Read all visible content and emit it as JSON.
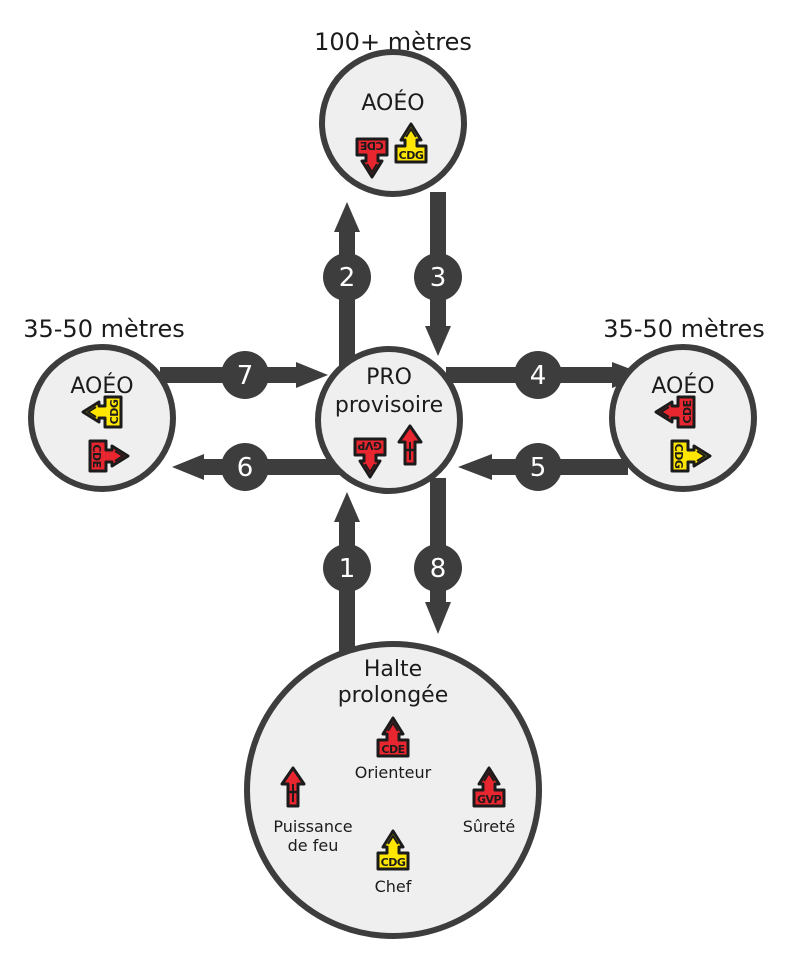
{
  "distances": {
    "top": "100+ mètres",
    "left": "35-50 mètres",
    "right": "35-50 mètres"
  },
  "nodes": {
    "top": {
      "title": "AOÉO"
    },
    "left": {
      "title": "AOÉO"
    },
    "right": {
      "title": "AOÉO"
    },
    "center": {
      "title_line1": "PRO",
      "title_line2": "provisoire"
    },
    "bottom": {
      "title_line1": "Halte",
      "title_line2": "prolongée",
      "roles": {
        "orienteur": "Orienteur",
        "puissance_line1": "Puissance",
        "puissance_line2": "de feu",
        "surete": "Sûreté",
        "chef": "Chef"
      }
    }
  },
  "badges": {
    "cdg": "CDG",
    "cde": "CDE",
    "gvp": "GVP"
  },
  "steps": [
    "1",
    "2",
    "3",
    "4",
    "5",
    "6",
    "7",
    "8"
  ],
  "colors": {
    "arrow": "#3d3d3d",
    "circle_fill": "#efefef",
    "circle_stroke": "#3d3d3d",
    "cdg_yellow": "#ffe600",
    "cde_red": "#e8262f",
    "badge_outline": "#1b1b1b"
  }
}
